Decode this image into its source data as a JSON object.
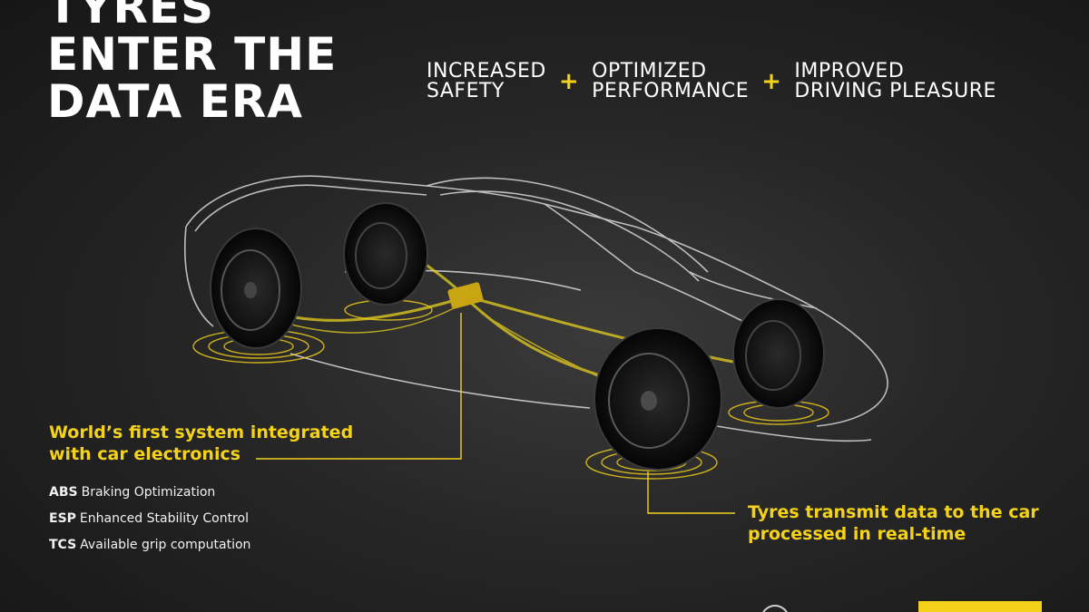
{
  "headline": {
    "lines": [
      "TYRES",
      "ENTER THE",
      "DATA ERA"
    ]
  },
  "benefits": [
    {
      "label": "INCREASED\nSAFETY"
    },
    {
      "label": "OPTIMIZED\nPERFORMANCE"
    },
    {
      "label": "IMPROVED\nDRIVING PLEASURE"
    }
  ],
  "plus_symbol": "+",
  "callout_left": {
    "title": "World’s first system integrated\nwith car electronics",
    "features": [
      {
        "abbr": "ABS",
        "text": "Braking Optimization"
      },
      {
        "abbr": "ESP",
        "text": "Enhanced Stability Control"
      },
      {
        "abbr": "TCS",
        "text": "Available grip computation"
      }
    ]
  },
  "callout_right": {
    "text": "Tyres transmit data to the car\nprocessed in real-time"
  },
  "colors": {
    "accent": "#f5d21a",
    "background": "#262626",
    "outline": "#d8d8d8"
  },
  "icons": {
    "logo": "brand-logo-icon",
    "seal": "brand-seal-icon"
  }
}
